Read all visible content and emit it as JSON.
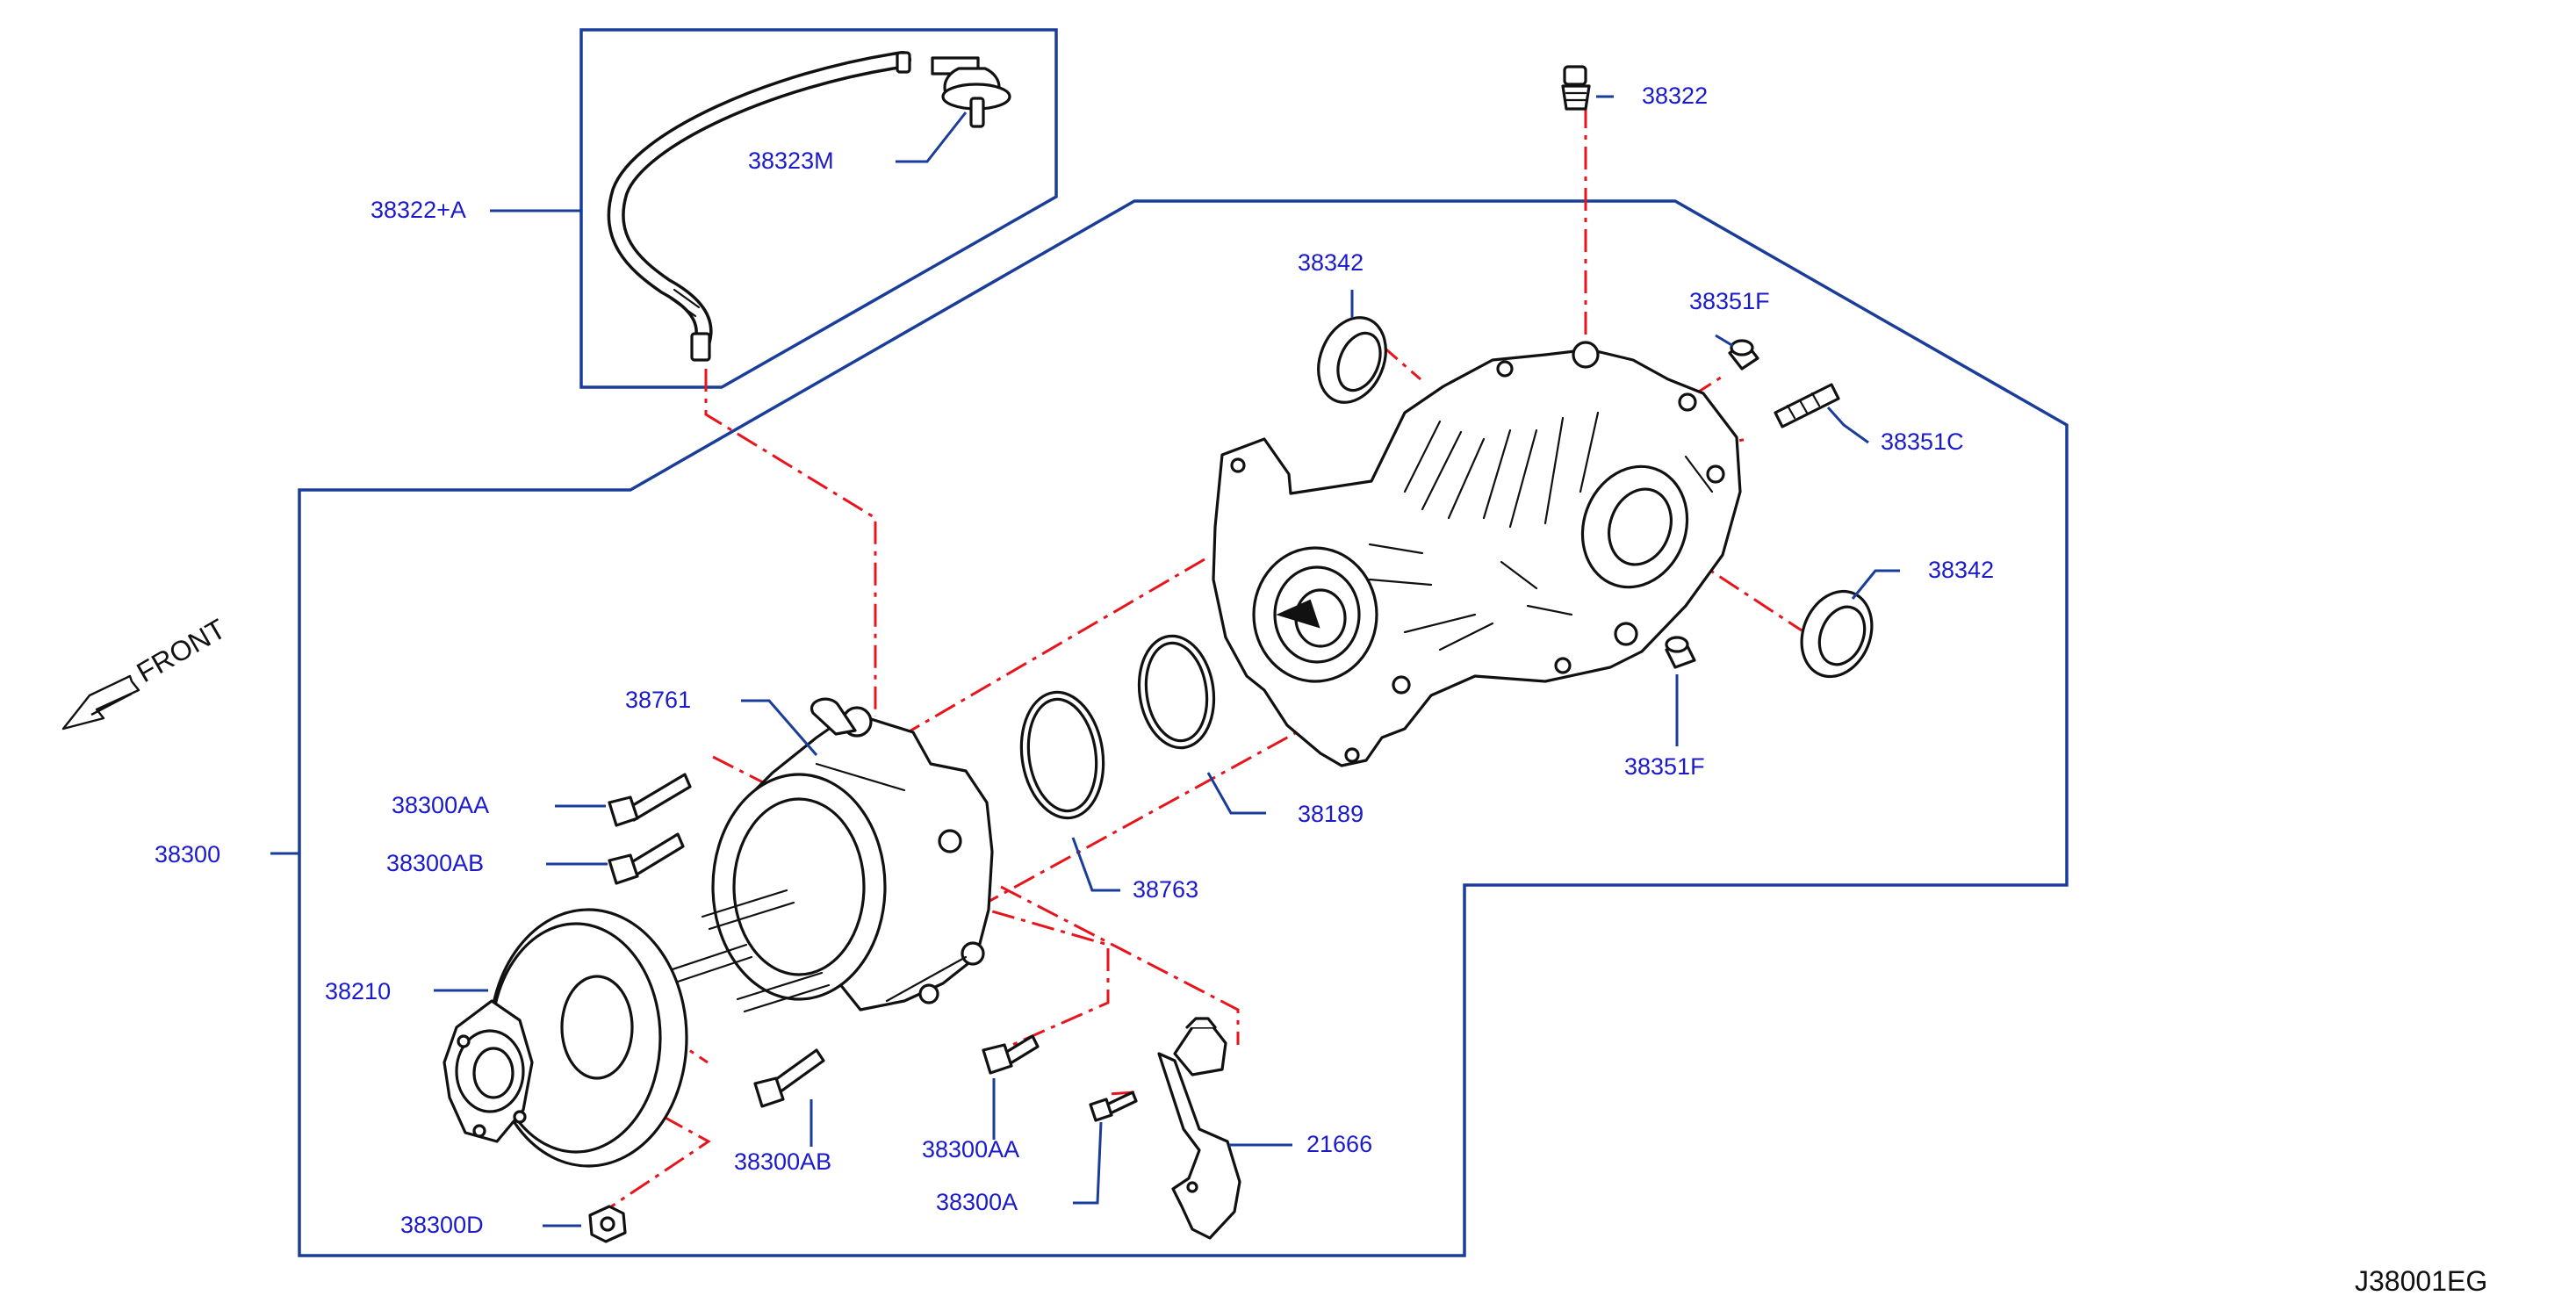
{
  "diagram_code": "J38001EG",
  "front_label": "FRONT",
  "colors": {
    "label_text": "#1a1acc",
    "frame_line": "#1a3d9a",
    "center_line": "#e8141c",
    "part_line": "#111111"
  },
  "callouts": {
    "c38322": "38322",
    "c38323M": "38323M",
    "c38322A": "38322+A",
    "c38342_top": "38342",
    "c38351F_top": "38351F",
    "c38351C": "38351C",
    "c38342_right": "38342",
    "c38351F_bottom": "38351F",
    "c38761": "38761",
    "c38300AA_left": "38300AA",
    "c38300AB_left": "38300AB",
    "c38300": "38300",
    "c38189": "38189",
    "c38763": "38763",
    "c38210": "38210",
    "c38300AB_bottom": "38300AB",
    "c38300AA_bottom": "38300AA",
    "c21666": "21666",
    "c38300A": "38300A",
    "c38300D": "38300D"
  }
}
